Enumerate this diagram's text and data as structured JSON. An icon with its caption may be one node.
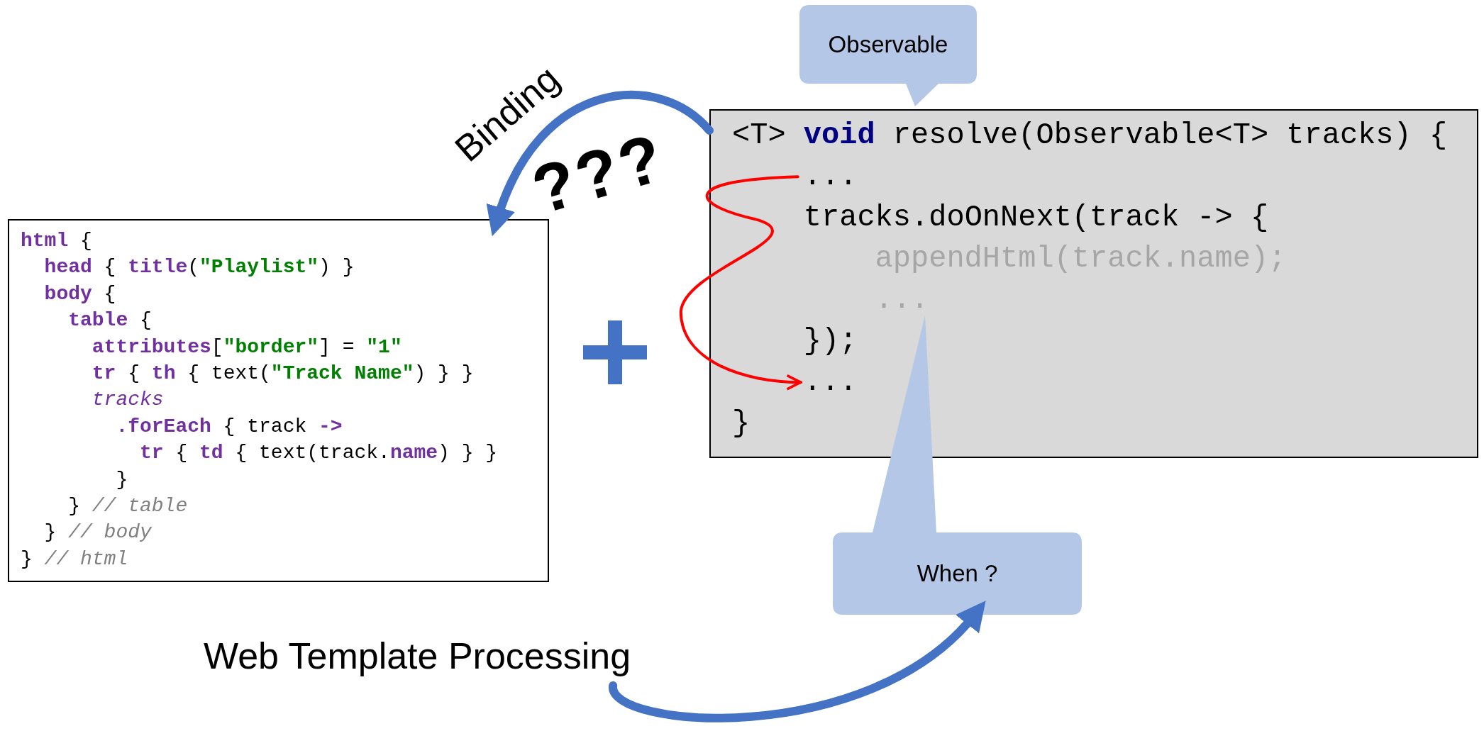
{
  "diagram": {
    "nodes": [
      {
        "text": [
          "**html** {",
          "**head** { **title**(\"Playlist\") }",
          "**body** {",
          "**table** {",
          "**attributes**[\"border\"] = \"1\"",
          "**tr** { **th** { text(\"Track Name\") } }",
          "*tracks*",
          "**.forEach** { track **->**",
          "**tr** { **td** { text(track.**name**) } }",
          "}",
          "} *// table*",
          "} *// body*",
          "} *// html*"
        ]
      },
      {
        "text": [],
        "shape": "box"
      },
      {
        "text": [
          "<T> **void** resolve(Observable<T> tracks) {"
        ],
        "in": 1
      },
      {
        "text": [
          "..."
        ],
        "in": 1
      },
      {
        "text": [
          "tracks.doOnNext(track -> {"
        ],
        "in": 1
      },
      {
        "text": [
          "appendHtml(track.name);"
        ],
        "in": 1
      },
      {
        "text": [
          "..."
        ],
        "in": 1
      },
      {
        "text": [
          "});"
        ],
        "in": 1
      },
      {
        "text": [
          "..."
        ],
        "in": 1
      },
      {
        "text": [
          "}"
        ],
        "in": 1
      },
      {
        "text": [
          "Observable"
        ]
      },
      {
        "text": [
          "When ?"
        ]
      },
      {
        "text": [
          "Web Template Processing"
        ]
      }
    ],
    "edges": [
      {
        "from": 1,
        "to": 0,
        "arrow": "to",
        "label": "Binding"
      },
      {
        "from": 3,
        "to": 8,
        "arrow": "to",
        "color": "#ff0000"
      },
      {
        "from": 12,
        "to": 11,
        "arrow": "to"
      }
    ],
    "labels": [
      "???"
    ]
  }
}
